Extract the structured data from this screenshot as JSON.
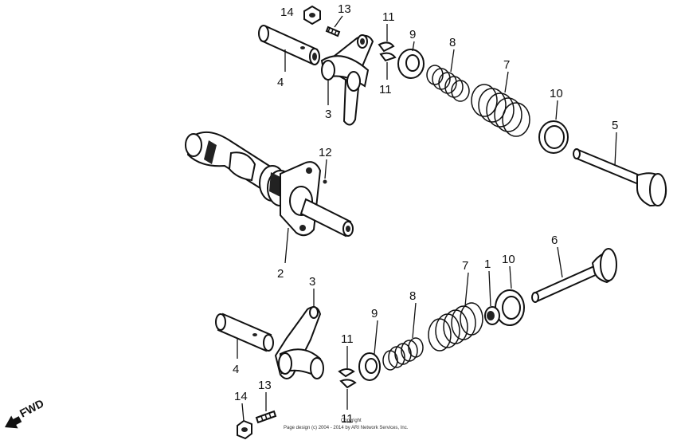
{
  "callouts": {
    "c14_top": "14",
    "c13_top": "13",
    "c4_top": "4",
    "c3_top": "3",
    "c11_top_a": "11",
    "c11_top_b": "11",
    "c9_top": "9",
    "c8_top": "8",
    "c7_top": "7",
    "c10_top": "10",
    "c5": "5",
    "c12": "12",
    "c2": "2",
    "c3_bottom": "3",
    "c6": "6",
    "c10_bottom": "10",
    "c1": "1",
    "c7_bottom": "7",
    "c8_bottom": "8",
    "c9_bottom": "9",
    "c11_bottom_a": "11",
    "c11_bottom_b": "11",
    "c4_bottom": "4",
    "c13_bottom": "13",
    "c14_bottom": "14"
  },
  "fwd_label": "FWD",
  "copyright_line1": "Copyright",
  "copyright_line2": "Page design (c) 2004 - 2014 by ARI Network Services, Inc."
}
